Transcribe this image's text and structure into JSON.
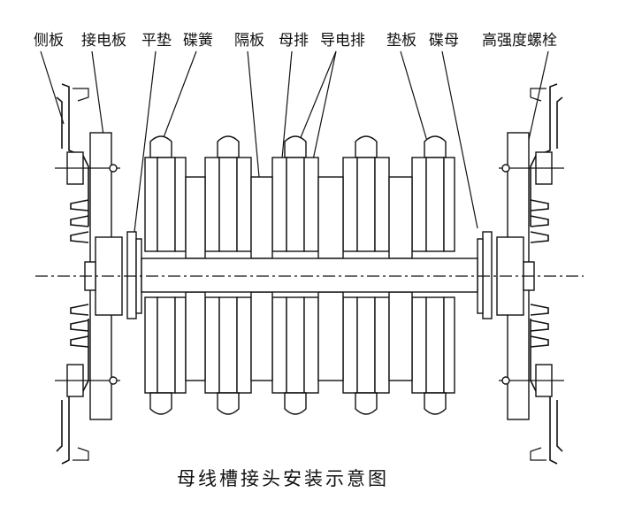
{
  "labels": {
    "side_plate": "侧板",
    "connecting_plate": "接电板",
    "flat_washer": "平垫",
    "disc_spring": "碟簧",
    "spacer_plate": "隔板",
    "busbar": "母排",
    "conducting_bar": "导电排",
    "pad_plate": "垫板",
    "disc_nut": "碟母",
    "high_strength_bolt": "高强度螺栓"
  },
  "caption": "母线槽接头安装示意图"
}
